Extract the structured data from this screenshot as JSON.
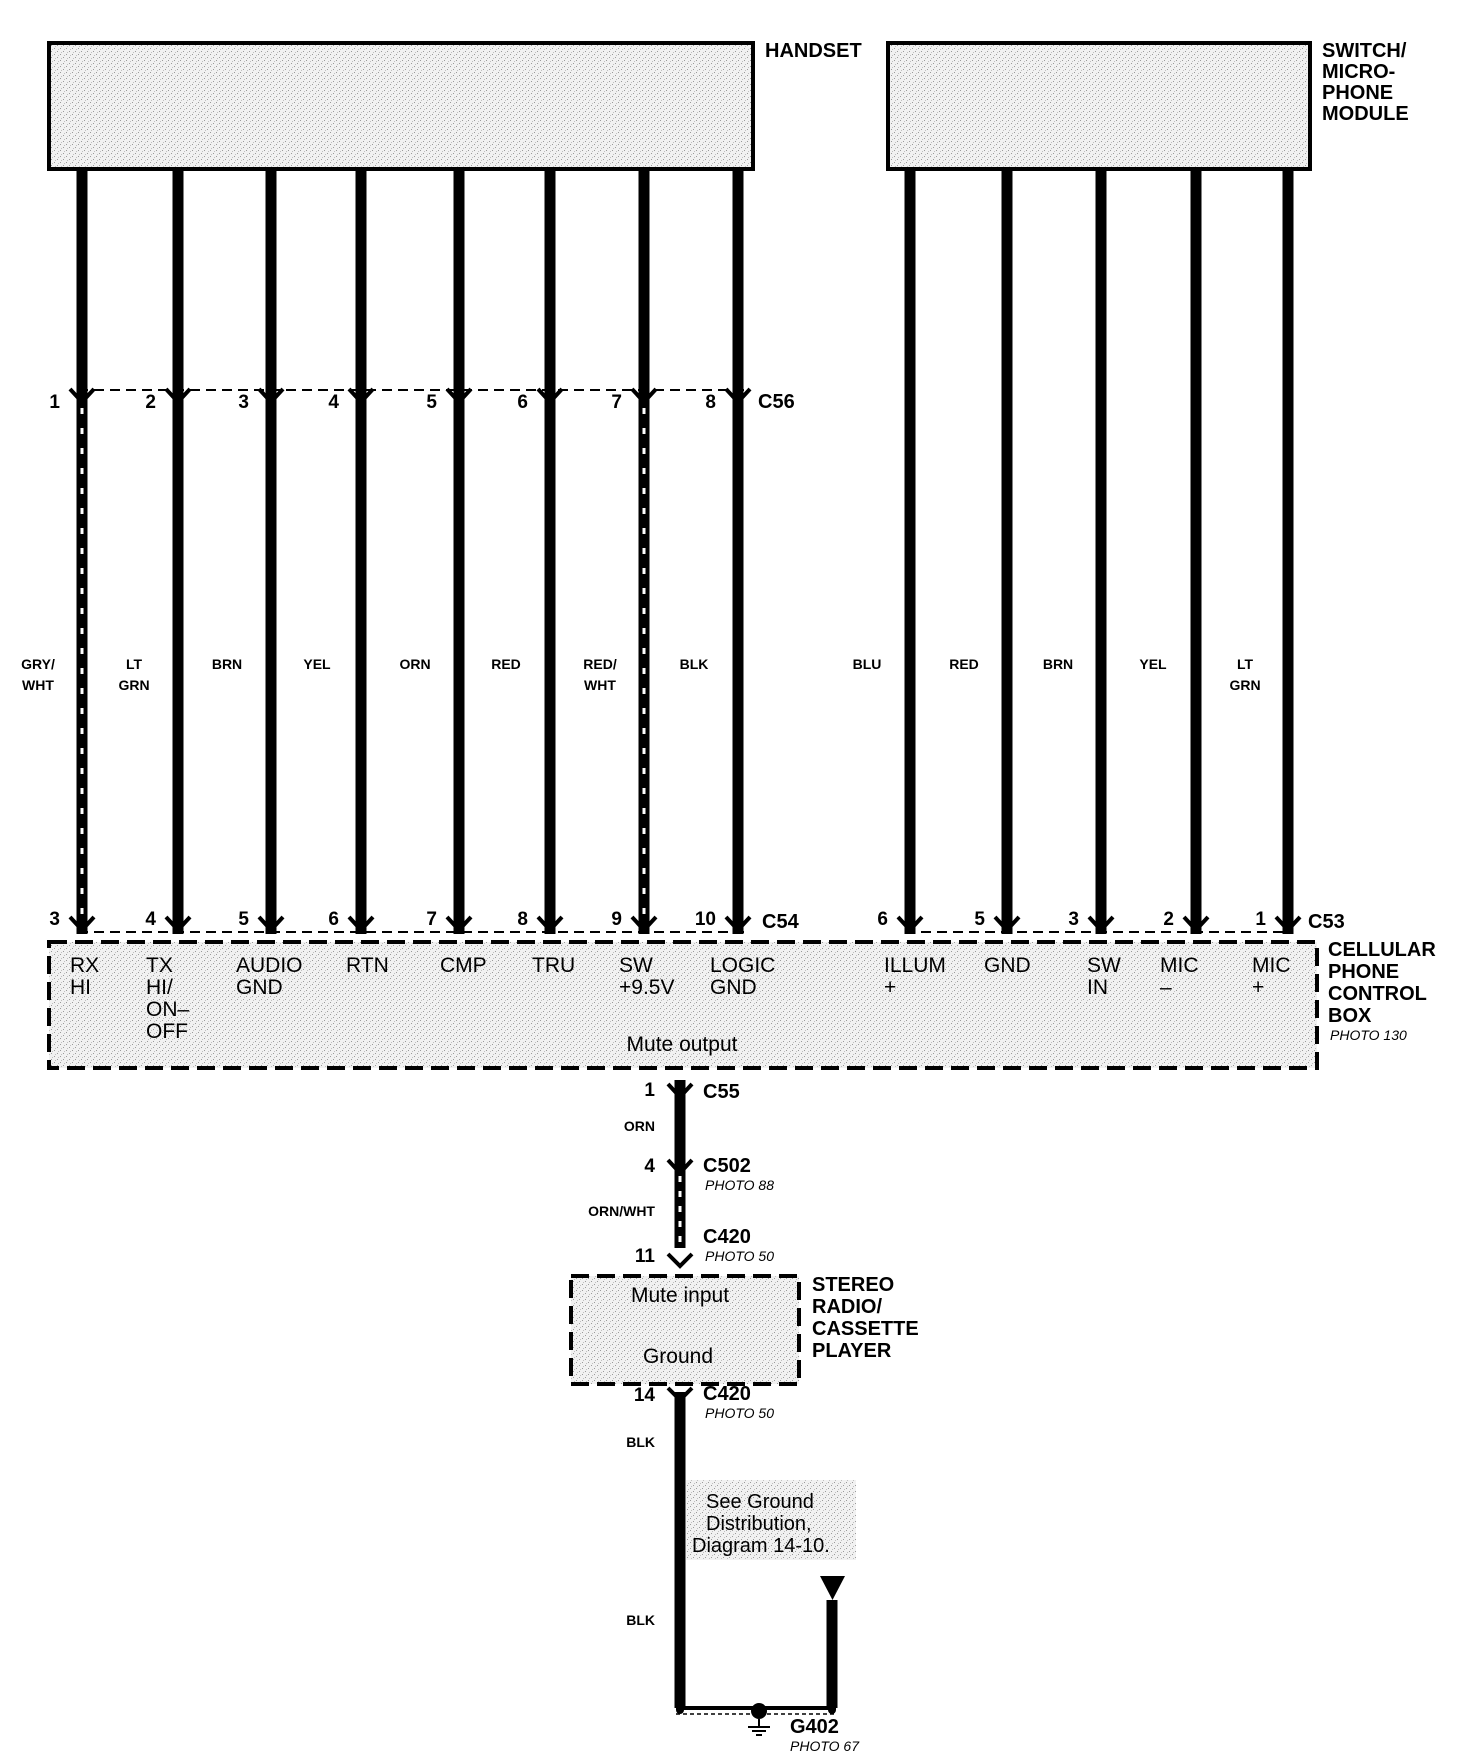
{
  "components": {
    "handset": "HANDSET",
    "switch_module": [
      "SWITCH/",
      "MICRO-",
      "PHONE",
      "MODULE"
    ],
    "control_box": [
      "CELLULAR",
      "PHONE",
      "CONTROL",
      "BOX"
    ],
    "control_box_photo": "PHOTO 130",
    "control_box_mute": "Mute output",
    "stereo": [
      "STEREO",
      "RADIO/",
      "CASSETTE",
      "PLAYER"
    ],
    "stereo_mute": "Mute input",
    "stereo_ground": "Ground"
  },
  "connectors": {
    "c56": "C56",
    "c54": "C54",
    "c53": "C53",
    "c55": "C55",
    "c502": "C502",
    "c502_photo": "PHOTO 88",
    "c420_top": "C420",
    "c420_top_photo": "PHOTO 50",
    "c420_bottom": "C420",
    "c420_bottom_photo": "PHOTO 50",
    "g402": "G402",
    "g402_photo": "PHOTO 67"
  },
  "handset_wires": [
    {
      "pin_top": "1",
      "pin_bottom": "3",
      "color": [
        "GRY/",
        "WHT"
      ],
      "terminal": [
        "RX",
        "HI"
      ]
    },
    {
      "pin_top": "2",
      "pin_bottom": "4",
      "color": [
        "LT",
        "GRN"
      ],
      "terminal": [
        "TX",
        "HI/",
        "ON–",
        "OFF"
      ]
    },
    {
      "pin_top": "3",
      "pin_bottom": "5",
      "color": [
        "BRN"
      ],
      "terminal": [
        "AUDIO",
        "GND"
      ]
    },
    {
      "pin_top": "4",
      "pin_bottom": "6",
      "color": [
        "YEL"
      ],
      "terminal": [
        "RTN"
      ]
    },
    {
      "pin_top": "5",
      "pin_bottom": "7",
      "color": [
        "ORN"
      ],
      "terminal": [
        "CMP"
      ]
    },
    {
      "pin_top": "6",
      "pin_bottom": "8",
      "color": [
        "RED"
      ],
      "terminal": [
        "TRU"
      ]
    },
    {
      "pin_top": "7",
      "pin_bottom": "9",
      "color": [
        "RED/",
        "WHT"
      ],
      "terminal": [
        "SW",
        "+9.5V"
      ]
    },
    {
      "pin_top": "8",
      "pin_bottom": "10",
      "color": [
        "BLK"
      ],
      "terminal": [
        "LOGIC",
        "GND"
      ]
    }
  ],
  "module_wires": [
    {
      "pin_bottom": "6",
      "color": [
        "BLU"
      ],
      "terminal": [
        "ILLUM",
        "+"
      ]
    },
    {
      "pin_bottom": "5",
      "color": [
        "RED"
      ],
      "terminal": [
        "GND"
      ]
    },
    {
      "pin_bottom": "3",
      "color": [
        "BRN"
      ],
      "terminal": [
        "SW",
        "IN"
      ]
    },
    {
      "pin_bottom": "2",
      "color": [
        "YEL"
      ],
      "terminal": [
        "MIC",
        "–"
      ]
    },
    {
      "pin_bottom": "1",
      "color": [
        "LT",
        "GRN"
      ],
      "terminal": [
        "MIC",
        "+"
      ]
    }
  ],
  "mute_circuit": {
    "c55_pin": "1",
    "wire1_color": "ORN",
    "c502_pin": "4",
    "wire2_color": "ORN/WHT",
    "c420_in_pin": "11",
    "c420_gnd_pin": "14",
    "wire3_color": "BLK",
    "wire4_color": "BLK",
    "note": [
      "See Ground",
      "Distribution,",
      "Diagram 14-10."
    ]
  }
}
